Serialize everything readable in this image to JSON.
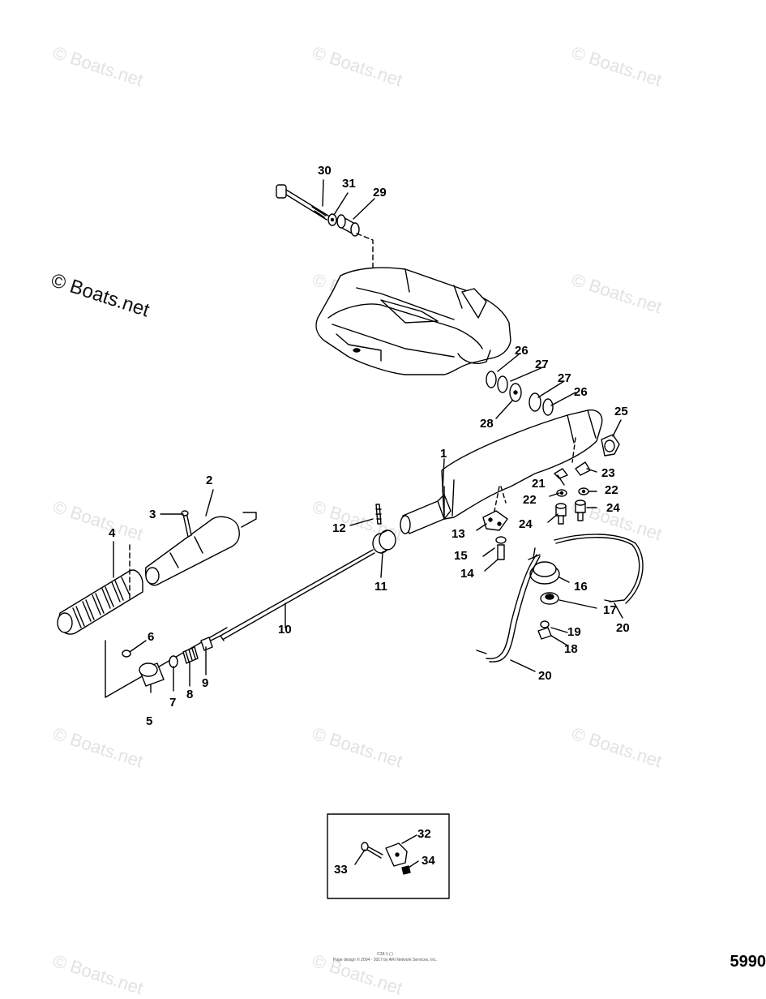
{
  "watermark_text": "© Boats.net",
  "labels": {
    "p1": "1",
    "p2": "2",
    "p3": "3",
    "p4": "4",
    "p5": "5",
    "p6": "6",
    "p7": "7",
    "p8": "8",
    "p9": "9",
    "p10": "10",
    "p11": "11",
    "p12": "12",
    "p13": "13",
    "p14": "14",
    "p15": "15",
    "p16": "16",
    "p17": "17",
    "p18": "18",
    "p19": "19",
    "p20a": "20",
    "p20b": "20",
    "p21": "21",
    "p22a": "22",
    "p22b": "22",
    "p23": "23",
    "p24a": "24",
    "p24b": "24",
    "p25": "25",
    "p26a": "26",
    "p26b": "26",
    "p27a": "27",
    "p27b": "27",
    "p28": "28",
    "p29": "29",
    "p30": "30",
    "p31": "31",
    "p32": "32",
    "p33": "33",
    "p34": "34"
  },
  "footer": {
    "line1": "C39-1 ( )",
    "line2": "Page design © 2004 - 2017 by ARI Network Services, Inc."
  },
  "figure_number": "5990"
}
